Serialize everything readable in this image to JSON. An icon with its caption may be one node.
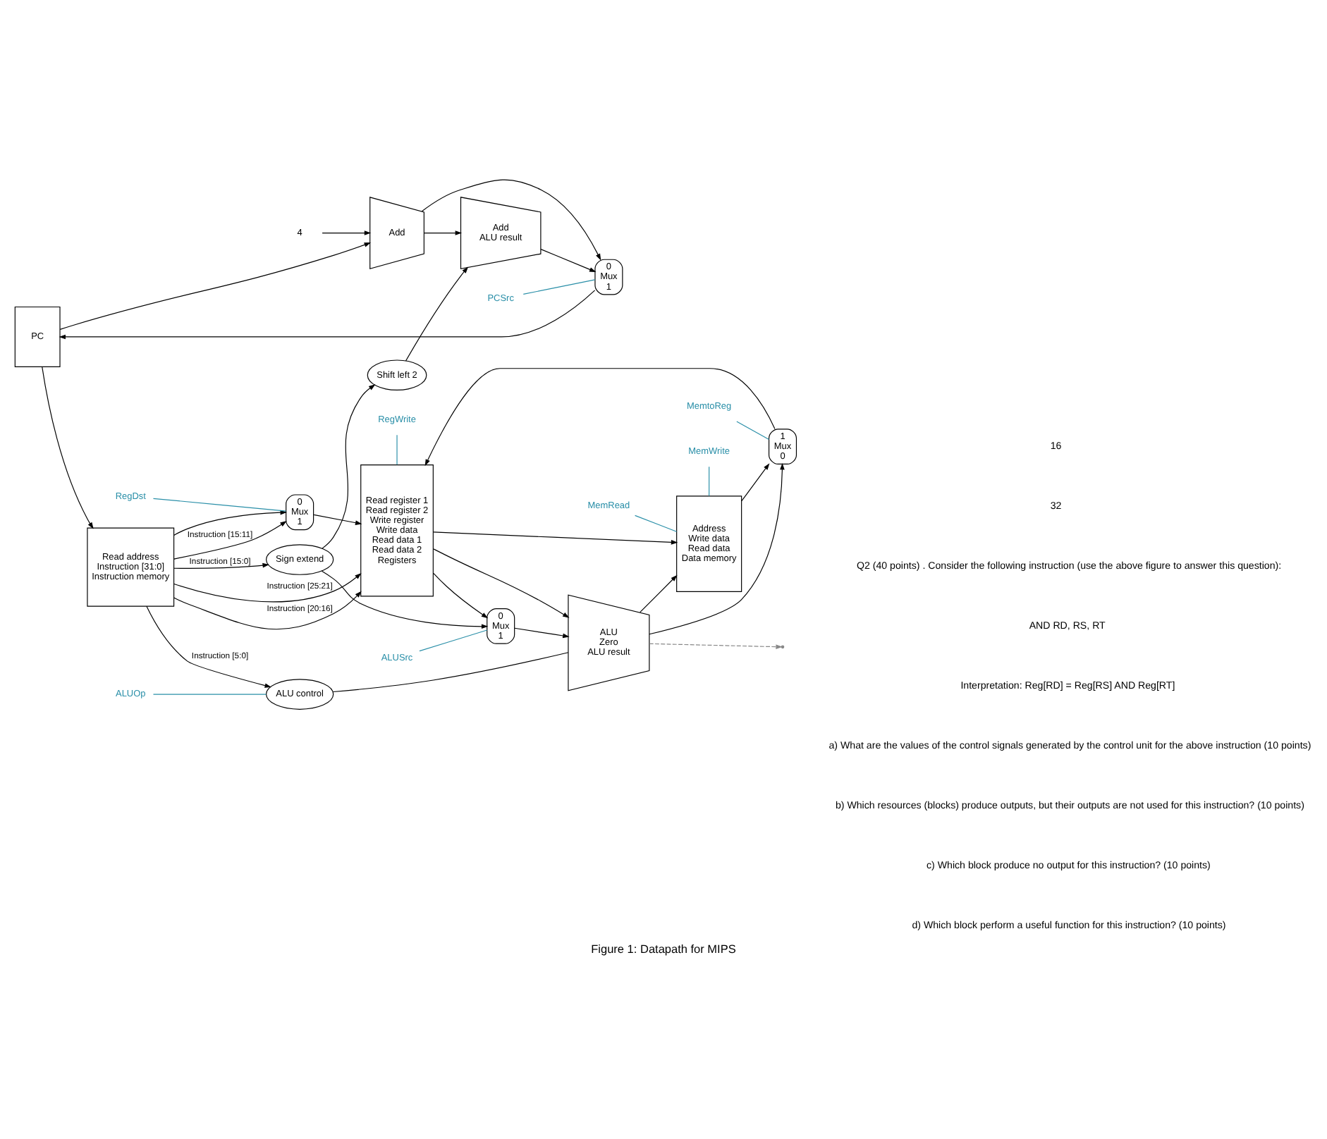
{
  "diagram": {
    "caption": "Figure 1: Datapath for MIPS",
    "nodes": [
      {
        "text": [
          "PC"
        ]
      },
      {
        "text": [
          "Add"
        ]
      },
      {
        "text": [
          "4"
        ]
      },
      {
        "text": [
          "Read address",
          "Instruction [31:0]",
          "Instruction memory"
        ]
      },
      {
        "text": [
          "Read register 1",
          "Read register 2",
          "Write register",
          "Write data",
          "Read data 1",
          "Read data 2",
          "Registers"
        ]
      },
      {
        "text": [
          "0",
          "Mux",
          "1"
        ]
      },
      {
        "text": [
          "Sign extend"
        ]
      },
      {
        "text": [
          "Shift left 2"
        ]
      },
      {
        "text": [
          "Add",
          "ALU result"
        ]
      },
      {
        "text": [
          "0",
          "Mux",
          "1"
        ]
      },
      {
        "text": [
          "0",
          "Mux",
          "1"
        ]
      },
      {
        "text": [
          "ALU",
          "Zero",
          "ALU result"
        ]
      },
      {
        "text": [
          "ALU control"
        ]
      },
      {
        "text": [
          "Address",
          "Write data",
          "Read data",
          "Data memory"
        ]
      },
      {
        "text": [
          "1",
          "Mux",
          "0"
        ]
      },
      {
        "text": [
          "RegWrite"
        ]
      },
      {
        "text": [
          "RegDst"
        ]
      },
      {
        "text": [
          "PCSrc"
        ]
      },
      {
        "text": [
          "ALUSrc"
        ]
      },
      {
        "text": [
          "MemWrite"
        ]
      },
      {
        "text": [
          "MemRead"
        ]
      },
      {
        "text": [
          "MemtoReg"
        ]
      },
      {
        "text": [
          "ALUOp"
        ]
      }
    ],
    "edges": [
      {
        "from": 0,
        "to": 1,
        "arrow": "to"
      },
      {
        "from": 0,
        "to": 3,
        "arrow": "to"
      },
      {
        "from": 2,
        "to": 1,
        "arrow": "to"
      },
      {
        "from": 1,
        "to": 9,
        "arrow": "to"
      },
      {
        "from": 1,
        "to": 8,
        "arrow": "to"
      },
      {
        "from": 3,
        "to": 4,
        "label": "Instruction [25:21]",
        "arrow": "to"
      },
      {
        "from": 3,
        "to": 4,
        "label": "Instruction [20:16]",
        "arrow": "to"
      },
      {
        "from": 3,
        "to": 5,
        "arrow": "to"
      },
      {
        "from": 3,
        "to": 5,
        "label": "Instruction [15:11]",
        "arrow": "to"
      },
      {
        "from": 5,
        "to": 4,
        "arrow": "to"
      },
      {
        "from": 3,
        "to": 6,
        "label": "Instruction [15:0]",
        "arrow": "to"
      },
      {
        "from": 3,
        "to": 12,
        "label": "Instruction [5:0]",
        "arrow": "to"
      },
      {
        "from": 6,
        "to": 7,
        "arrow": "to"
      },
      {
        "from": 6,
        "to": 10,
        "arrow": "to"
      },
      {
        "from": 7,
        "to": 8,
        "arrow": "to"
      },
      {
        "from": 8,
        "to": 9,
        "arrow": "to"
      },
      {
        "from": 9,
        "to": 0,
        "arrow": "to"
      },
      {
        "from": 4,
        "to": 11,
        "arrow": "to"
      },
      {
        "from": 4,
        "to": 10,
        "arrow": "to"
      },
      {
        "from": 4,
        "to": 13,
        "arrow": "to"
      },
      {
        "from": 10,
        "to": 11,
        "arrow": "to"
      },
      {
        "from": 11,
        "to": 13,
        "arrow": "to"
      },
      {
        "from": 11,
        "to": 14,
        "arrow": "to"
      },
      {
        "from": 11,
        "to": null,
        "arrow": "to",
        "style": "dashed",
        "color": "#888888"
      },
      {
        "from": 13,
        "to": 14,
        "arrow": "to"
      },
      {
        "from": 14,
        "to": 4,
        "arrow": "to"
      },
      {
        "from": 12,
        "to": 11,
        "arrow": "none"
      },
      {
        "from": 15,
        "to": 4,
        "arrow": "none",
        "color": "#2a8fa8"
      },
      {
        "from": 16,
        "to": 5,
        "arrow": "none",
        "color": "#2a8fa8"
      },
      {
        "from": 17,
        "to": 9,
        "arrow": "none",
        "color": "#2a8fa8"
      },
      {
        "from": 18,
        "to": 10,
        "arrow": "none",
        "color": "#2a8fa8"
      },
      {
        "from": 19,
        "to": 13,
        "arrow": "none",
        "color": "#2a8fa8"
      },
      {
        "from": 20,
        "to": 13,
        "arrow": "none",
        "color": "#2a8fa8"
      },
      {
        "from": 21,
        "to": 14,
        "arrow": "none",
        "color": "#2a8fa8"
      },
      {
        "from": 22,
        "to": 12,
        "arrow": "none",
        "color": "#2a8fa8"
      }
    ],
    "labels": [
      "16",
      "32",
      "Q2 (40 points) . Consider the following instruction (use the above figure to answer this question):",
      "AND RD, RS, RT",
      "Interpretation: Reg[RD] = Reg[RS] AND Reg[RT]",
      "a) What are the values of the control signals generated by the control unit for the above instruction (10 points)",
      "b) Which resources (blocks) produce outputs, but their outputs are not used for this instruction? (10 points)",
      "c) Which block produce no output for this instruction? (10 points)",
      "d) Which block perform a useful function for this instruction? (10 points)"
    ]
  }
}
